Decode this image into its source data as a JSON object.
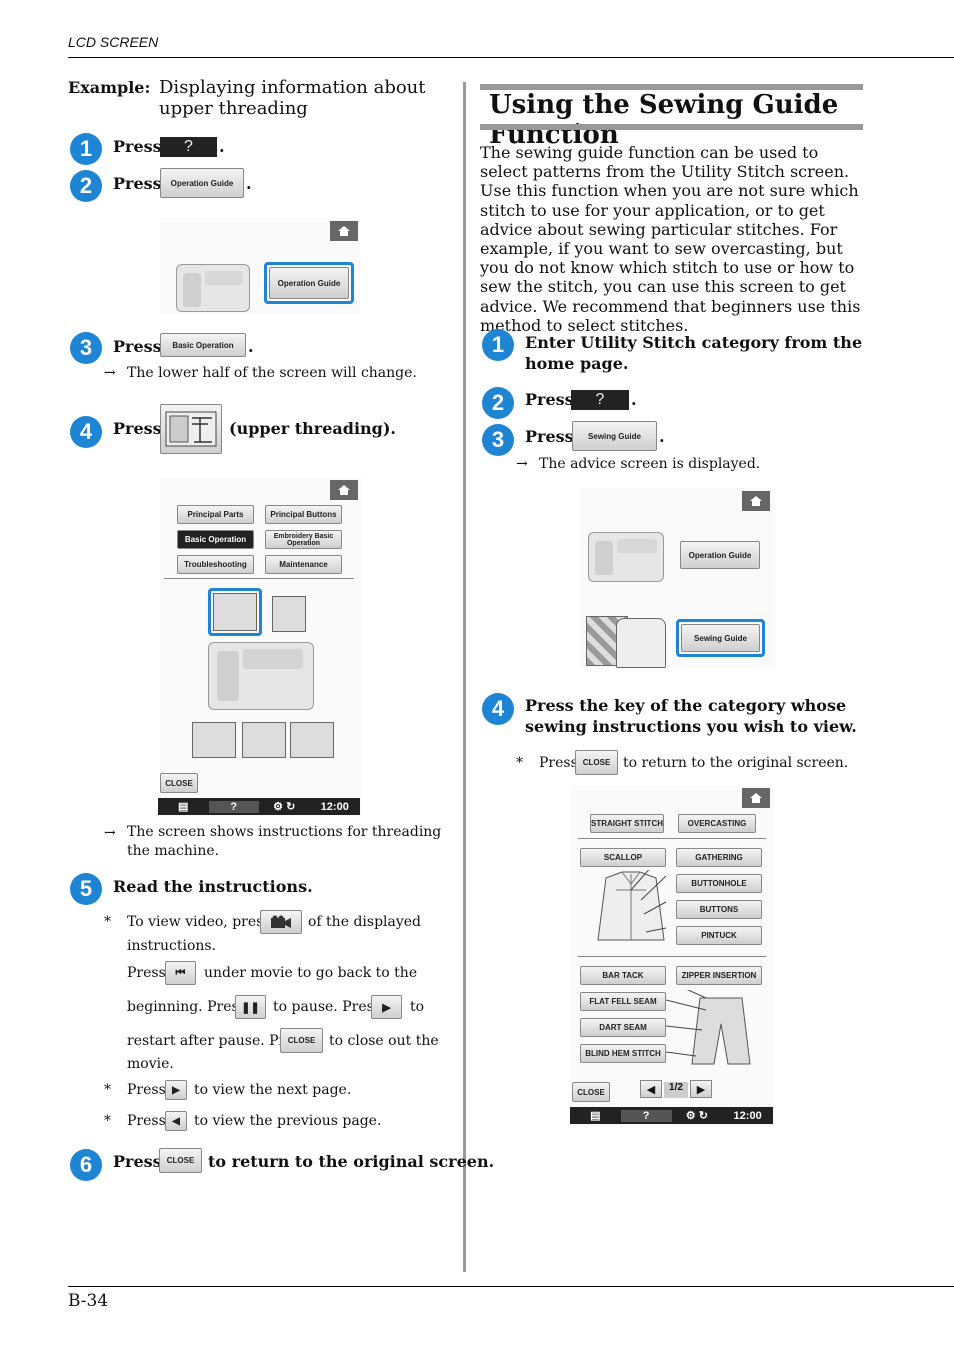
{
  "header": {
    "section": "LCD SCREEN",
    "page_number": "B-34"
  },
  "left": {
    "example_label": "Example:",
    "example_text": "Displaying information about upper threading",
    "steps": {
      "s1": {
        "num": "1",
        "press": "Press",
        "btn": "?",
        "end": "."
      },
      "s2": {
        "num": "2",
        "press": "Press",
        "btn": "Operation Guide",
        "end": "."
      },
      "s3": {
        "num": "3",
        "press": "Press",
        "btn": "Basic Operation",
        "end": ".",
        "result": "The lower half of the screen will change."
      },
      "s4": {
        "num": "4",
        "press": "Press",
        "end": "(upper threading)."
      },
      "s4_result": "The screen shows instructions for threading the machine.",
      "s5": {
        "num": "5",
        "text": "Read the instructions."
      },
      "s6": {
        "num": "6",
        "press": "Press",
        "btn": "CLOSE",
        "end": "to return to the original screen."
      }
    },
    "screen1": {
      "btn": "Operation Guide"
    },
    "screen2": {
      "tabs": [
        "Principal Parts",
        "Principal Buttons",
        "Basic Operation",
        "Embroidery Basic Operation",
        "Troubleshooting",
        "Maintenance"
      ],
      "close": "CLOSE",
      "status": {
        "q": "?",
        "time": "12:00"
      }
    },
    "notes": {
      "n1_a": "To view video, press",
      "n1_b": "of the displayed",
      "n1_c": "instructions.",
      "n2_a": "Press",
      "n2_b": "under movie to go back to the",
      "n3_a": "beginning. Press",
      "n3_b": "to pause. Press",
      "n3_c": "to",
      "n4_a": "restart after pause. Press",
      "n4_btn": "CLOSE",
      "n4_b": "to close out the",
      "n5": "movie.",
      "n6_a": "Press",
      "n6_b": "to view the next page.",
      "n7_a": "Press",
      "n7_b": "to view the previous page.",
      "star": "*",
      "arrow": "→"
    }
  },
  "right": {
    "title": "Using the Sewing Guide Function",
    "intro": "The sewing guide function can be used to select patterns from the Utility Stitch screen. Use this function when you are not sure which stitch to use for your application, or to get advice about sewing particular stitches. For example, if you want to sew overcasting, but you do not know which stitch to use or how to sew the stitch, you can use this screen to get advice. We recommend that beginners use this method to select stitches.",
    "steps": {
      "s1": {
        "num": "1",
        "text": "Enter Utility Stitch category from the home page."
      },
      "s2": {
        "num": "2",
        "press": "Press",
        "btn": "?",
        "end": "."
      },
      "s3": {
        "num": "3",
        "press": "Press",
        "btn": "Sewing Guide",
        "end": ".",
        "result": "The advice screen is displayed."
      },
      "s4": {
        "num": "4",
        "text": "Press the key of the category whose sewing instructions you wish to view."
      }
    },
    "note": {
      "star": "*",
      "a": "Press",
      "btn": "CLOSE",
      "b": "to return to the original screen."
    },
    "screen1": {
      "btn1": "Operation Guide",
      "btn2": "Sewing Guide"
    },
    "screen2": {
      "top": [
        "STRAIGHT STITCH",
        "OVERCASTING"
      ],
      "mid_left": "SCALLOP",
      "mid_right": [
        "GATHERING",
        "BUTTONHOLE",
        "BUTTONS",
        "PINTUCK"
      ],
      "bot_left": [
        "BAR TACK",
        "FLAT FELL SEAM",
        "DART SEAM",
        "BLIND HEM STITCH"
      ],
      "bot_right": "ZIPPER INSERTION",
      "close": "CLOSE",
      "page": "1/2",
      "status": {
        "q": "?",
        "time": "12:00"
      }
    }
  }
}
